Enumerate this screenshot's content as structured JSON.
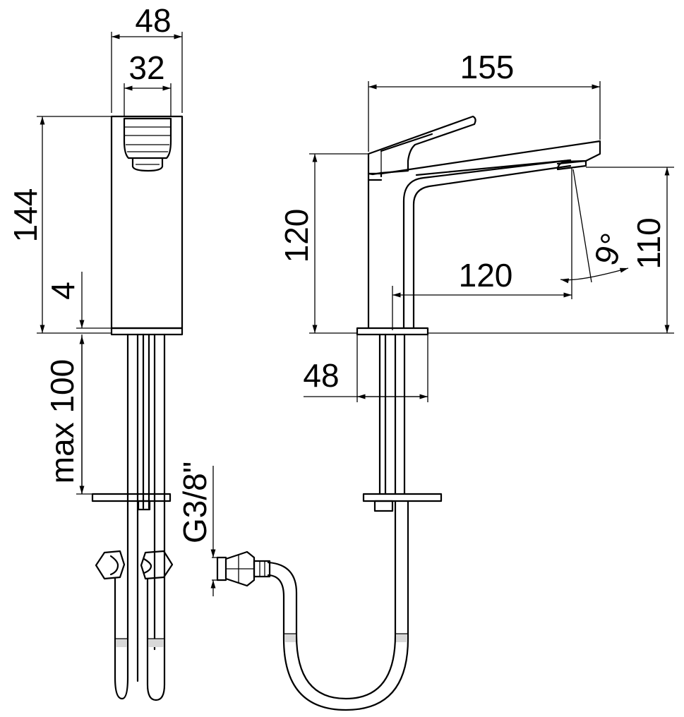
{
  "dimensions": {
    "front_width_outer": "48",
    "front_width_inner": "32",
    "front_height": "144",
    "base_thickness": "4",
    "max_deck_thickness": "max 100",
    "thread_size": "G3/8\"",
    "side_reach": "155",
    "side_height": "120",
    "spout_projection": "120",
    "spout_height": "110",
    "spout_angle": "9°",
    "side_base_width": "48"
  },
  "colors": {
    "line": "#000000",
    "background": "#ffffff",
    "shade": "#d8d8d8"
  }
}
